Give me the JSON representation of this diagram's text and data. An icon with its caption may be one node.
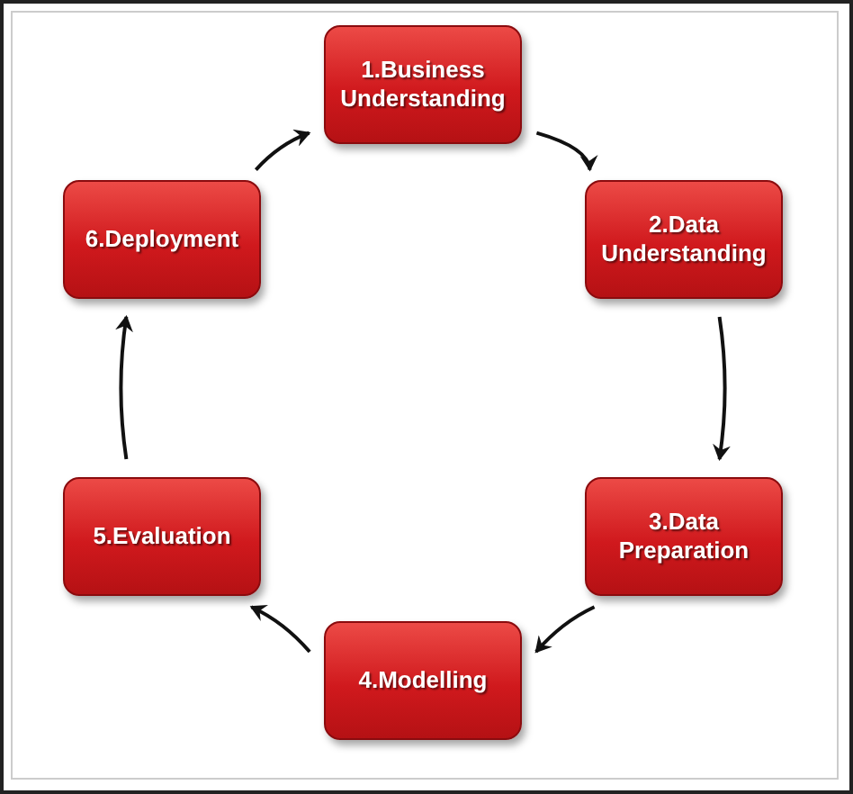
{
  "diagram": {
    "nodes": [
      {
        "text": [
          "1.Business Understanding"
        ]
      },
      {
        "text": [
          "2.Data Understanding"
        ]
      },
      {
        "text": [
          "3.Data Preparation"
        ]
      },
      {
        "text": [
          "4.Modelling"
        ]
      },
      {
        "text": [
          "5.Evaluation"
        ]
      },
      {
        "text": [
          "6.Deployment"
        ]
      }
    ],
    "edges": [
      {
        "from": 0,
        "to": 1,
        "arrow": "to"
      },
      {
        "from": 1,
        "to": 2,
        "arrow": "to"
      },
      {
        "from": 2,
        "to": 3,
        "arrow": "to"
      },
      {
        "from": 3,
        "to": 4,
        "arrow": "to"
      },
      {
        "from": 4,
        "to": 5,
        "arrow": "to"
      },
      {
        "from": 5,
        "to": 0,
        "arrow": "to"
      }
    ]
  }
}
